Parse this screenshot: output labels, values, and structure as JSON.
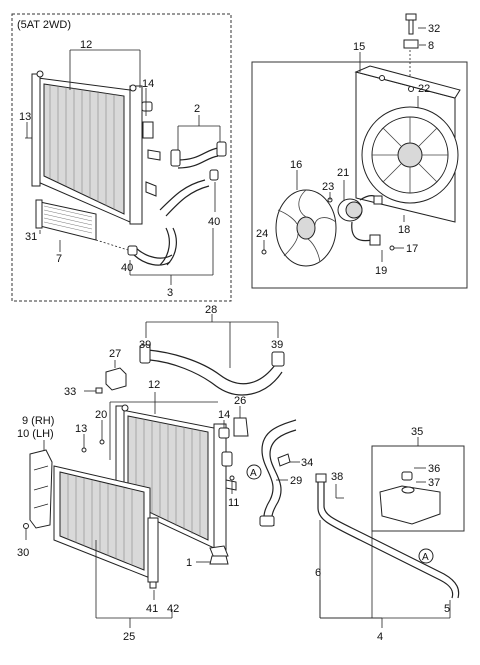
{
  "variant_note": "(5AT 2WD)",
  "callouts": {
    "c1": "1",
    "c2": "2",
    "c3": "3",
    "c4": "4",
    "c5": "5",
    "c6": "6",
    "c7": "7",
    "c8": "8",
    "c9": "9 (RH)",
    "c10": "10 (LH)",
    "c11": "11",
    "c12a": "12",
    "c12b": "12",
    "c13a": "13",
    "c13b": "13",
    "c14a": "14",
    "c14b": "14",
    "c15": "15",
    "c16": "16",
    "c17": "17",
    "c18": "18",
    "c19": "19",
    "c20": "20",
    "c21": "21",
    "c22": "22",
    "c23": "23",
    "c24": "24",
    "c25": "25",
    "c26": "26",
    "c27": "27",
    "c28": "28",
    "c29": "29",
    "c30": "30",
    "c31": "31",
    "c32": "32",
    "c33": "33",
    "c34": "34",
    "c35": "35",
    "c36": "36",
    "c37": "37",
    "c38": "38",
    "c39a": "39",
    "c39b": "39",
    "c40a": "40",
    "c40b": "40",
    "c41": "41",
    "c42": "42"
  },
  "ref_markers": {
    "a1": "A",
    "a2": "A"
  }
}
